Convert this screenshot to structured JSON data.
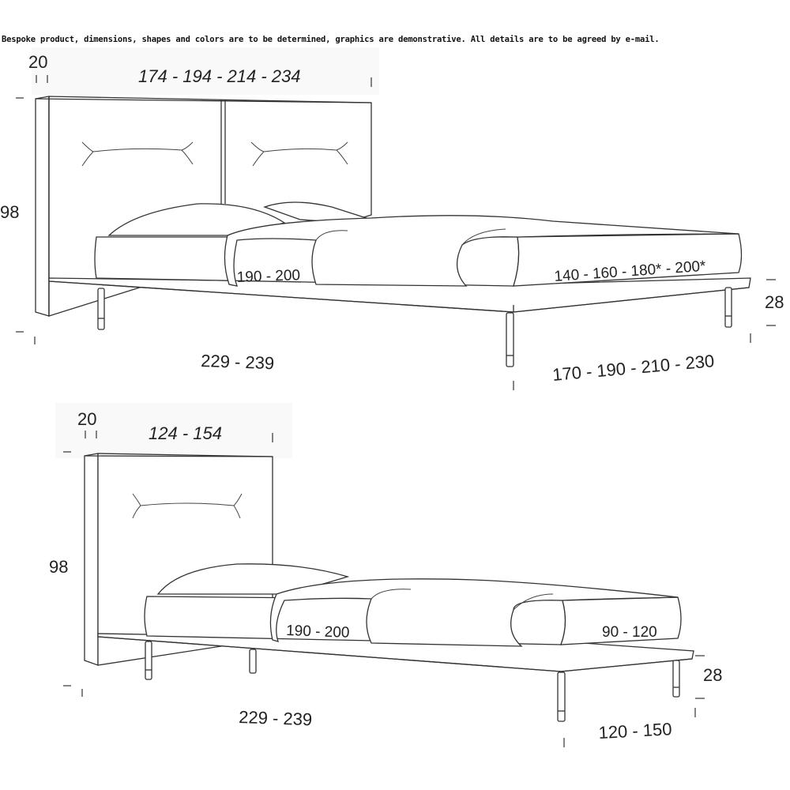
{
  "note": "Bespoke product, dimensions, shapes and colors are to be determined, graphics are demonstrative. All details are to be agreed by e-mail.",
  "double_bed": {
    "headboard_thickness": "20",
    "headboard_width": "174 - 194 - 214 - 234",
    "headboard_height": "98",
    "mattress_length": "190 - 200",
    "mattress_width": "140 - 160 - 180* - 200*",
    "frame_height": "28",
    "total_length": "229 - 239",
    "total_width": "170 - 190 - 210 - 230"
  },
  "single_bed": {
    "headboard_thickness": "20",
    "headboard_width": "124 - 154",
    "headboard_height": "98",
    "mattress_length": "190 - 200",
    "mattress_width": "90 - 120",
    "frame_height": "28",
    "total_length": "229 - 239",
    "total_width": "120 - 150"
  }
}
